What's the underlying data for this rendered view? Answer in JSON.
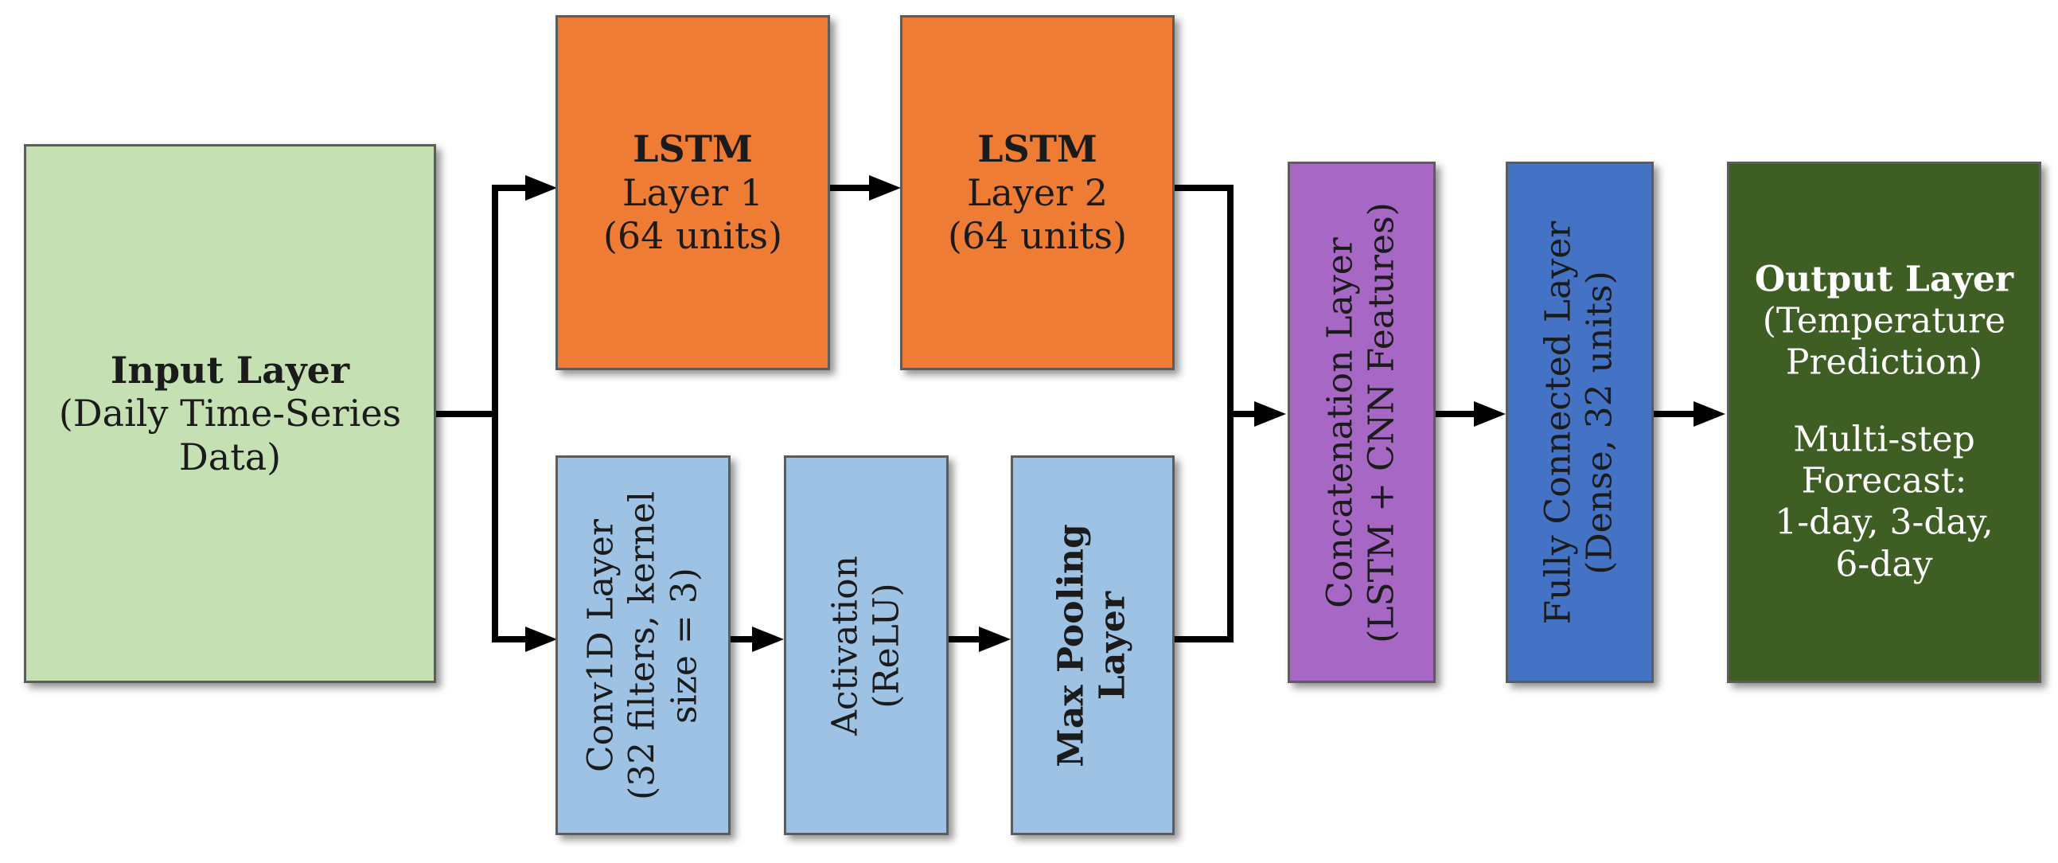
{
  "blocks": {
    "input": {
      "title": "Input Layer",
      "lines": [
        "(Daily Time-Series",
        "Data)"
      ],
      "color": "#c5e0b3"
    },
    "lstm1": {
      "title": "LSTM",
      "lines": [
        "Layer 1",
        "(64 units)"
      ],
      "color": "#ee7c35"
    },
    "lstm2": {
      "title": "LSTM",
      "lines": [
        "Layer 2",
        "(64 units)"
      ],
      "color": "#ee7c35"
    },
    "conv1d": {
      "lines": [
        "Conv1D Layer",
        "(32 filters, kernel",
        "size = 3)"
      ],
      "color": "#9dc2e4"
    },
    "activation": {
      "lines": [
        "Activation",
        "(ReLU)"
      ],
      "color": "#9dc2e4"
    },
    "maxpool": {
      "title": "Max Pooling",
      "lines": [
        "Layer"
      ],
      "color": "#9dc2e4"
    },
    "concat": {
      "lines": [
        "Concatenation Layer",
        "(LSTM + CNN Features)"
      ],
      "color": "#a767c4"
    },
    "dense": {
      "lines": [
        "Fully Connected Layer",
        "(Dense, 32 units)"
      ],
      "color": "#4472c4"
    },
    "output": {
      "title": "Output Layer",
      "lines": [
        "(Temperature",
        "Prediction)"
      ],
      "extra": [
        "Multi-step",
        "Forecast:",
        "1-day, 3-day,",
        "6-day"
      ],
      "color": "#3e5e24"
    }
  }
}
